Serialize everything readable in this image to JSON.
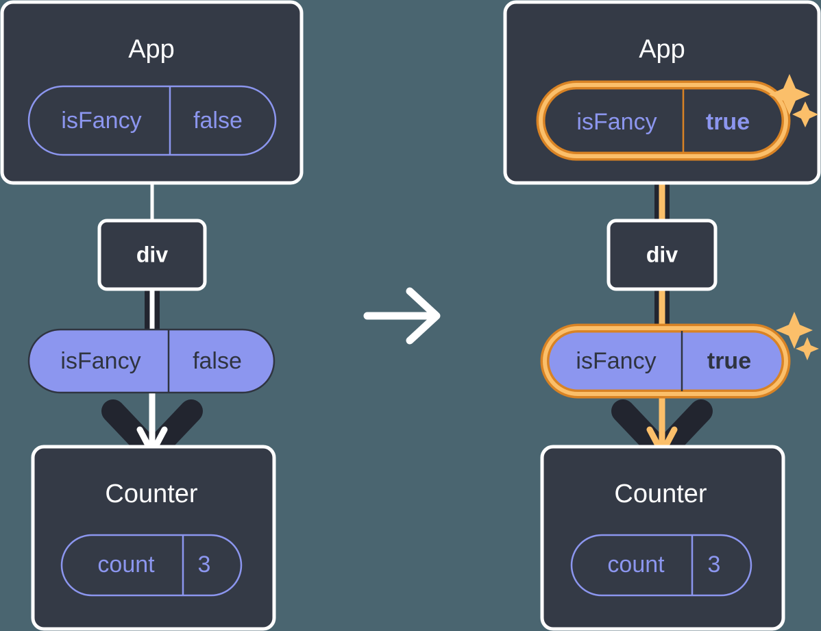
{
  "diagram": {
    "title": "State update propagation from App down to Counter",
    "transition_arrow": "arrow-right",
    "colors": {
      "background": "#4a6570",
      "panel": "#343a46",
      "panel_border": "#ffffff",
      "accent_purple": "#8c96ef",
      "pill_fill_purple": "#8c96ef",
      "pill_text_dark": "#2f3440",
      "highlight_outer": "#d98324",
      "highlight_inner": "#fbbf6a",
      "wire_dark": "#22252f",
      "wire_light": "#ffffff",
      "wire_accent": "#fbbf6a",
      "sparkle": "#fbbf6a"
    }
  },
  "panels": {
    "before": {
      "app": {
        "title": "App",
        "state_pill": {
          "key": "isFancy",
          "value": "false",
          "highlighted": false,
          "bold_value": false
        }
      },
      "div": {
        "label": "div"
      },
      "prop_pill": {
        "key": "isFancy",
        "value": "false",
        "highlighted": false,
        "bold_value": false
      },
      "counter": {
        "title": "Counter",
        "state_pill": {
          "key": "count",
          "value": "3",
          "highlighted": false,
          "bold_value": false
        }
      }
    },
    "after": {
      "app": {
        "title": "App",
        "state_pill": {
          "key": "isFancy",
          "value": "true",
          "highlighted": true,
          "bold_value": true
        },
        "sparkle": "sparkle-icon"
      },
      "div": {
        "label": "div"
      },
      "prop_pill": {
        "key": "isFancy",
        "value": "true",
        "highlighted": true,
        "bold_value": true
      },
      "counter": {
        "title": "Counter",
        "state_pill": {
          "key": "count",
          "value": "3",
          "highlighted": false,
          "bold_value": false
        }
      }
    }
  }
}
